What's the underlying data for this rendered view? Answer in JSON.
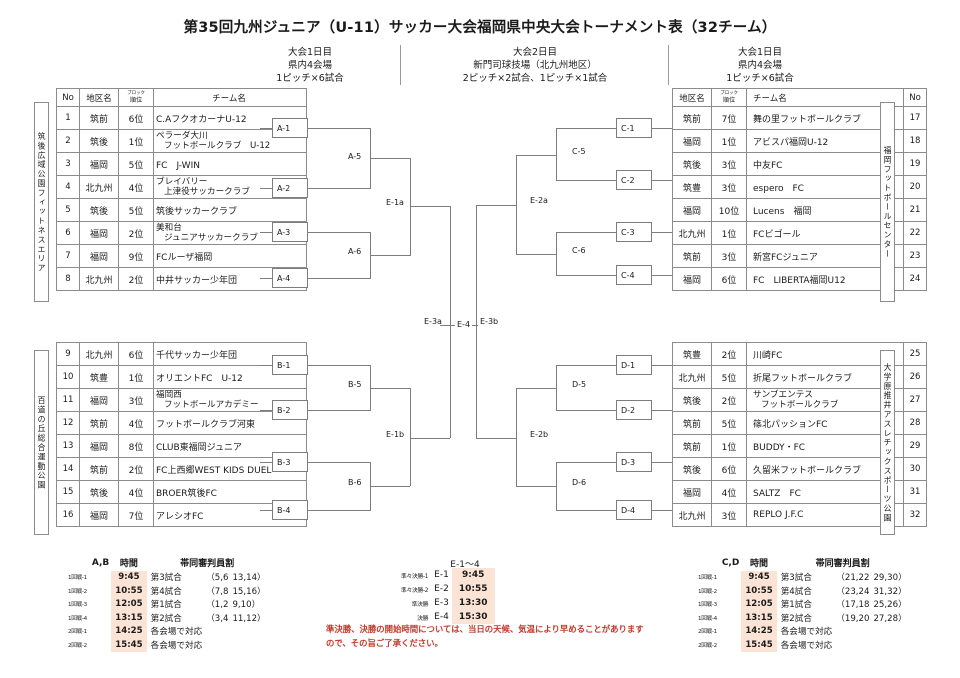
{
  "title": "第35回九州ジュニア（U-11）サッカー大会福岡県中央大会トーナメント表（32チーム）",
  "day_headers": [
    {
      "l1": "大会1日目",
      "l2": "県内4会場",
      "l3": "1ピッチ×6試合"
    },
    {
      "l1": "大会2日目",
      "l2": "新門司球技場（北九州地区）",
      "l3": "2ピッチ×2試合、1ピッチ×1試合"
    },
    {
      "l1": "大会1日目",
      "l2": "県内4会場",
      "l3": "1ピッチ×6試合"
    }
  ],
  "table_headers": {
    "no": "No",
    "area": "地区名",
    "rank_ruby": "ブロック",
    "rank_main": "順位",
    "team": "チーム名"
  },
  "venues": {
    "left_top": "筑後広域公園フィットネスエリア",
    "left_bottom": "百道の丘総合運動公園",
    "right_top": "福岡フットボールセンター",
    "right_bottom": "大学原推井アスレチックスポーツ公園"
  },
  "teams_left_top": [
    {
      "no": "1",
      "area": "筑前",
      "rank": "6位",
      "name": "C.AフクオカーナU-12",
      "lines": 1
    },
    {
      "no": "2",
      "area": "筑後",
      "rank": "1位",
      "name1": "ペラーダ大川",
      "name2": "フットボールクラブ　U-12",
      "lines": 2
    },
    {
      "no": "3",
      "area": "福岡",
      "rank": "5位",
      "name": "FC　J-WIN",
      "lines": 1
    },
    {
      "no": "4",
      "area": "北九州",
      "rank": "4位",
      "name1": "ブレイバリー",
      "name2": "上津役サッカークラブ",
      "lines": 2
    },
    {
      "no": "5",
      "area": "筑後",
      "rank": "5位",
      "name": "筑後サッカークラブ",
      "lines": 1
    },
    {
      "no": "6",
      "area": "福岡",
      "rank": "2位",
      "name1": "美和台",
      "name2": "ジュニアサッカークラブ",
      "lines": 2
    },
    {
      "no": "7",
      "area": "福岡",
      "rank": "9位",
      "name": "FCルーザ福岡",
      "lines": 1
    },
    {
      "no": "8",
      "area": "北九州",
      "rank": "2位",
      "name": "中井サッカー少年団",
      "lines": 1
    }
  ],
  "teams_left_bottom": [
    {
      "no": "9",
      "area": "北九州",
      "rank": "6位",
      "name": "千代サッカー少年団",
      "lines": 1
    },
    {
      "no": "10",
      "area": "筑豊",
      "rank": "1位",
      "name": "オリエントFC　U-12",
      "lines": 1
    },
    {
      "no": "11",
      "area": "福岡",
      "rank": "3位",
      "name1": "福岡西",
      "name2": "フットボールアカデミー",
      "lines": 2
    },
    {
      "no": "12",
      "area": "筑前",
      "rank": "4位",
      "name": "フットボールクラブ河東",
      "lines": 1
    },
    {
      "no": "13",
      "area": "福岡",
      "rank": "8位",
      "name": "CLUB東福岡ジュニア",
      "lines": 1
    },
    {
      "no": "14",
      "area": "筑前",
      "rank": "2位",
      "name": "FC上西郷WEST KIDS DUEL",
      "lines": 1
    },
    {
      "no": "15",
      "area": "筑後",
      "rank": "4位",
      "name": "BROER筑後FC",
      "lines": 1
    },
    {
      "no": "16",
      "area": "福岡",
      "rank": "7位",
      "name": "アレシオFC",
      "lines": 1
    }
  ],
  "teams_right_top": [
    {
      "no": "17",
      "area": "筑前",
      "rank": "7位",
      "name": "舞の里フットボールクラブ",
      "lines": 1
    },
    {
      "no": "18",
      "area": "福岡",
      "rank": "1位",
      "name": "アビスパ福岡U-12",
      "lines": 1
    },
    {
      "no": "19",
      "area": "筑後",
      "rank": "3位",
      "name": "中友FC",
      "lines": 1
    },
    {
      "no": "20",
      "area": "筑豊",
      "rank": "3位",
      "name": "espero　FC",
      "lines": 1
    },
    {
      "no": "21",
      "area": "福岡",
      "rank": "10位",
      "name": "Lucens　福岡",
      "lines": 1
    },
    {
      "no": "22",
      "area": "北九州",
      "rank": "1位",
      "name": "FCビゴール",
      "lines": 1
    },
    {
      "no": "23",
      "area": "筑前",
      "rank": "3位",
      "name": "新宮FCジュニア",
      "lines": 1
    },
    {
      "no": "24",
      "area": "福岡",
      "rank": "6位",
      "name": "FC　LIBERTA福岡U12",
      "lines": 1
    }
  ],
  "teams_right_bottom": [
    {
      "no": "25",
      "area": "筑豊",
      "rank": "2位",
      "name": "川崎FC",
      "lines": 1
    },
    {
      "no": "26",
      "area": "北九州",
      "rank": "5位",
      "name": "折尾フットボールクラブ",
      "lines": 1
    },
    {
      "no": "27",
      "area": "筑後",
      "rank": "2位",
      "name1": "サンブエンテス",
      "name2": "フットボールクラブ",
      "lines": 2
    },
    {
      "no": "28",
      "area": "筑前",
      "rank": "5位",
      "name": "篠北パッションFC",
      "lines": 1
    },
    {
      "no": "29",
      "area": "筑前",
      "rank": "1位",
      "name": "BUDDY・FC",
      "lines": 1
    },
    {
      "no": "30",
      "area": "筑後",
      "rank": "6位",
      "name": "久留米フットボールクラブ",
      "lines": 1
    },
    {
      "no": "31",
      "area": "福岡",
      "rank": "4位",
      "name": "SALTZ　FC",
      "lines": 1
    },
    {
      "no": "32",
      "area": "北九州",
      "rank": "3位",
      "name": "REPLO  J.F.C",
      "lines": 1
    }
  ],
  "bracket_nodes": {
    "a1": "A-1",
    "a2": "A-2",
    "a3": "A-3",
    "a4": "A-4",
    "a5": "A-5",
    "a6": "A-6",
    "b1": "B-1",
    "b2": "B-2",
    "b3": "B-3",
    "b4": "B-4",
    "b5": "B-5",
    "b6": "B-6",
    "c1": "C-1",
    "c2": "C-2",
    "c3": "C-3",
    "c4": "C-4",
    "c5": "C-5",
    "c6": "C-6",
    "d1": "D-1",
    "d2": "D-2",
    "d3": "D-3",
    "d4": "D-4",
    "d5": "D-5",
    "d6": "D-6",
    "e1a": "E-1a",
    "e1b": "E-1b",
    "e2a": "E-2a",
    "e2b": "E-2b",
    "e3a": "E-3a",
    "e3b": "E-3b",
    "e4": "E-4"
  },
  "schedule_ab": {
    "group": "A,B",
    "time_header": "時間",
    "ref_header": "帯同審判員割",
    "rows": [
      {
        "round": "1回戦-1",
        "time": "9:45",
        "match": "第3試合",
        "p1": "（5,6",
        "p2": "13,14）"
      },
      {
        "round": "1回戦-2",
        "time": "10:55",
        "match": "第4試合",
        "p1": "（7,8",
        "p2": "15,16）"
      },
      {
        "round": "1回戦-3",
        "time": "12:05",
        "match": "第1試合",
        "p1": "（1,2",
        "p2": "9,10）"
      },
      {
        "round": "1回戦-4",
        "time": "13:15",
        "match": "第2試合",
        "p1": "（3,4",
        "p2": "11,12）"
      },
      {
        "round": "2回戦-1",
        "time": "14:25",
        "match": "各会場で対応",
        "p1": "",
        "p2": ""
      },
      {
        "round": "2回戦-2",
        "time": "15:45",
        "match": "各会場で対応",
        "p1": "",
        "p2": ""
      }
    ]
  },
  "schedule_cd": {
    "group": "C,D",
    "time_header": "時間",
    "ref_header": "帯同審判員割",
    "rows": [
      {
        "round": "1回戦-1",
        "time": "9:45",
        "match": "第3試合",
        "p1": "（21,22",
        "p2": "29,30）"
      },
      {
        "round": "1回戦-2",
        "time": "10:55",
        "match": "第4試合",
        "p1": "（23,24",
        "p2": "31,32）"
      },
      {
        "round": "1回戦-3",
        "time": "12:05",
        "match": "第1試合",
        "p1": "（17,18",
        "p2": "25,26）"
      },
      {
        "round": "1回戦-4",
        "time": "13:15",
        "match": "第2試合",
        "p1": "（19,20",
        "p2": "27,28）"
      },
      {
        "round": "2回戦-1",
        "time": "14:25",
        "match": "各会場で対応",
        "p1": "",
        "p2": ""
      },
      {
        "round": "2回戦-2",
        "time": "15:45",
        "match": "各会場で対応",
        "p1": "",
        "p2": ""
      }
    ]
  },
  "schedule_e": {
    "title": "E-1～4",
    "rows": [
      {
        "label": "準々決勝-1",
        "code": "E-1",
        "time": "9:45"
      },
      {
        "label": "準々決勝-2",
        "code": "E-2",
        "time": "10:55"
      },
      {
        "label": "準決勝",
        "code": "E-3",
        "time": "13:30"
      },
      {
        "label": "決勝",
        "code": "E-4",
        "time": "15:30"
      }
    ]
  },
  "note": "準決勝、決勝の開始時間については、当日の天候、気温により早めることがありますので、その旨ご了承ください。",
  "colors": {
    "time_highlight": "#fbe4d5",
    "note_red": "#c0392b",
    "line": "#7d7d7d",
    "border": "#8c8c8c"
  }
}
